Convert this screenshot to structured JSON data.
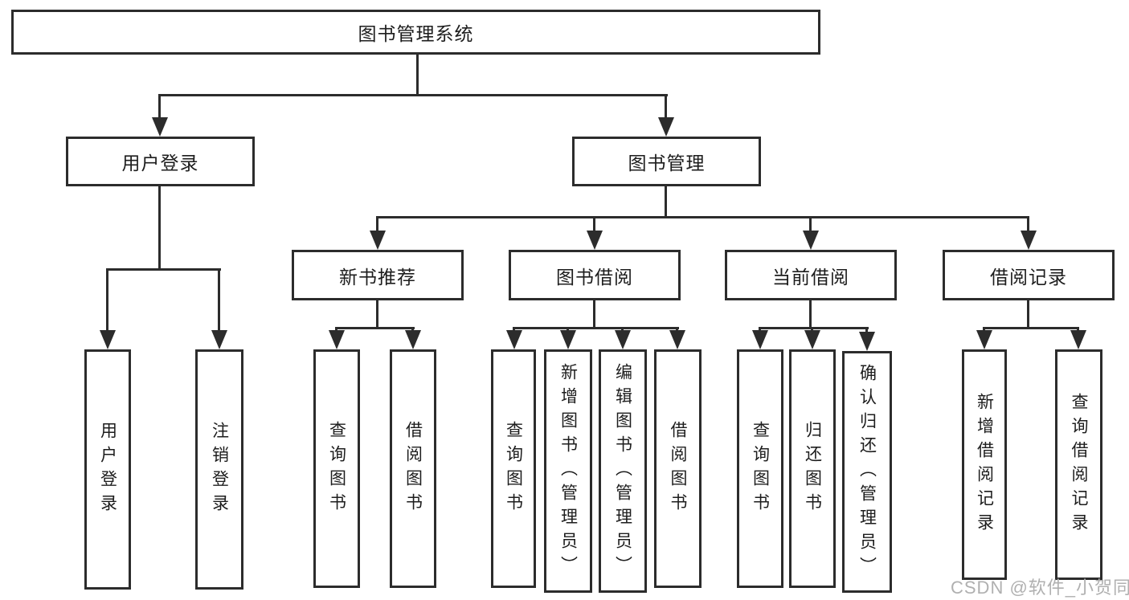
{
  "title": "图书管理系统",
  "branches": [
    {
      "label": "用户登录",
      "children": [
        "用户登录",
        "注销登录"
      ]
    },
    {
      "label": "图书管理",
      "sections": [
        {
          "label": "新书推荐",
          "children": [
            "查询图书",
            "借阅图书"
          ]
        },
        {
          "label": "图书借阅",
          "children": [
            "查询图书",
            "新增图书（管理员）",
            "编辑图书（管理员）",
            "借阅图书"
          ]
        },
        {
          "label": "当前借阅",
          "children": [
            "查询图书",
            "归还图书",
            "确认归还（管理员）"
          ]
        },
        {
          "label": "借阅记录",
          "children": [
            "新增借阅记录",
            "查询借阅记录"
          ]
        }
      ]
    }
  ],
  "watermark": "CSDN @软件_小贺同学",
  "colors": {
    "line": "#2c2c2c",
    "text": "#1d1d1d",
    "box_background": "#ffffff",
    "watermark": "#b0b0b0",
    "page_background": "#ffffff"
  }
}
